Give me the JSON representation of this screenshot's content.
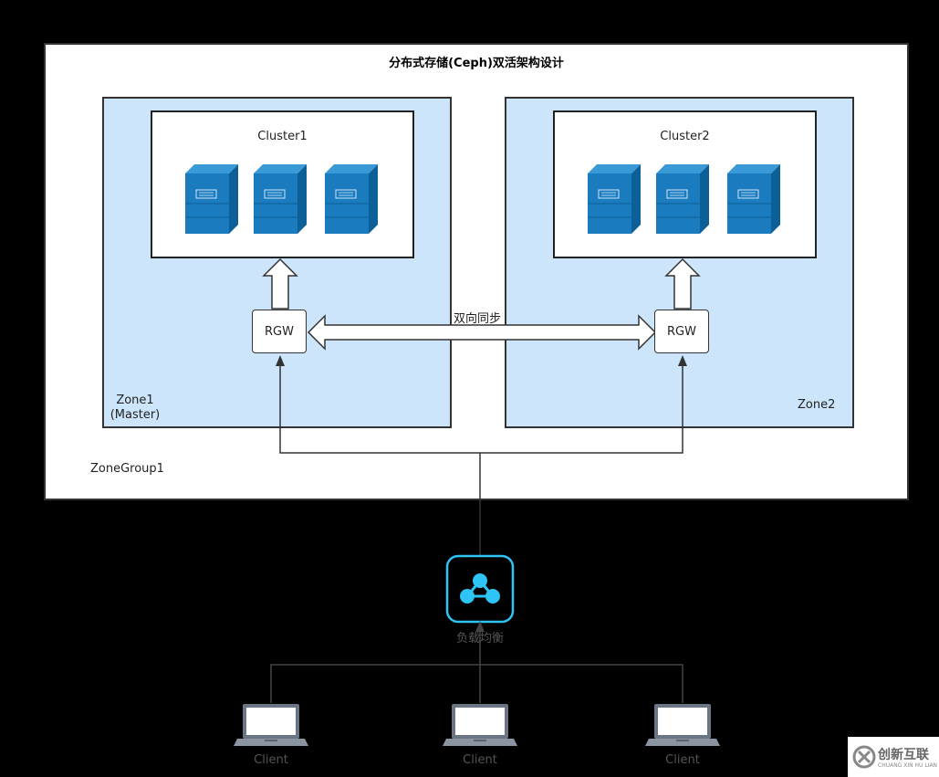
{
  "diagram": {
    "title": "分布式存储(Ceph)双活架构设计",
    "zonegroup_label": "ZoneGroup1",
    "zones": [
      {
        "name": "Zone1",
        "role": "(Master)",
        "cluster": "Cluster1",
        "gateway": "RGW"
      },
      {
        "name": "Zone2",
        "role": "",
        "cluster": "Cluster2",
        "gateway": "RGW"
      }
    ],
    "sync_label": "双向同步",
    "load_balancer_label": "负载均衡",
    "clients": [
      "Client",
      "Client",
      "Client"
    ],
    "watermark": {
      "text": "创新互联",
      "subtext": "CHUANG XIN HU LIAN"
    },
    "colors": {
      "zone_fill": "#cce5fb",
      "server_blue": "#1a7bbf",
      "lb_accent": "#2ec4f5",
      "background": "#000000"
    }
  }
}
